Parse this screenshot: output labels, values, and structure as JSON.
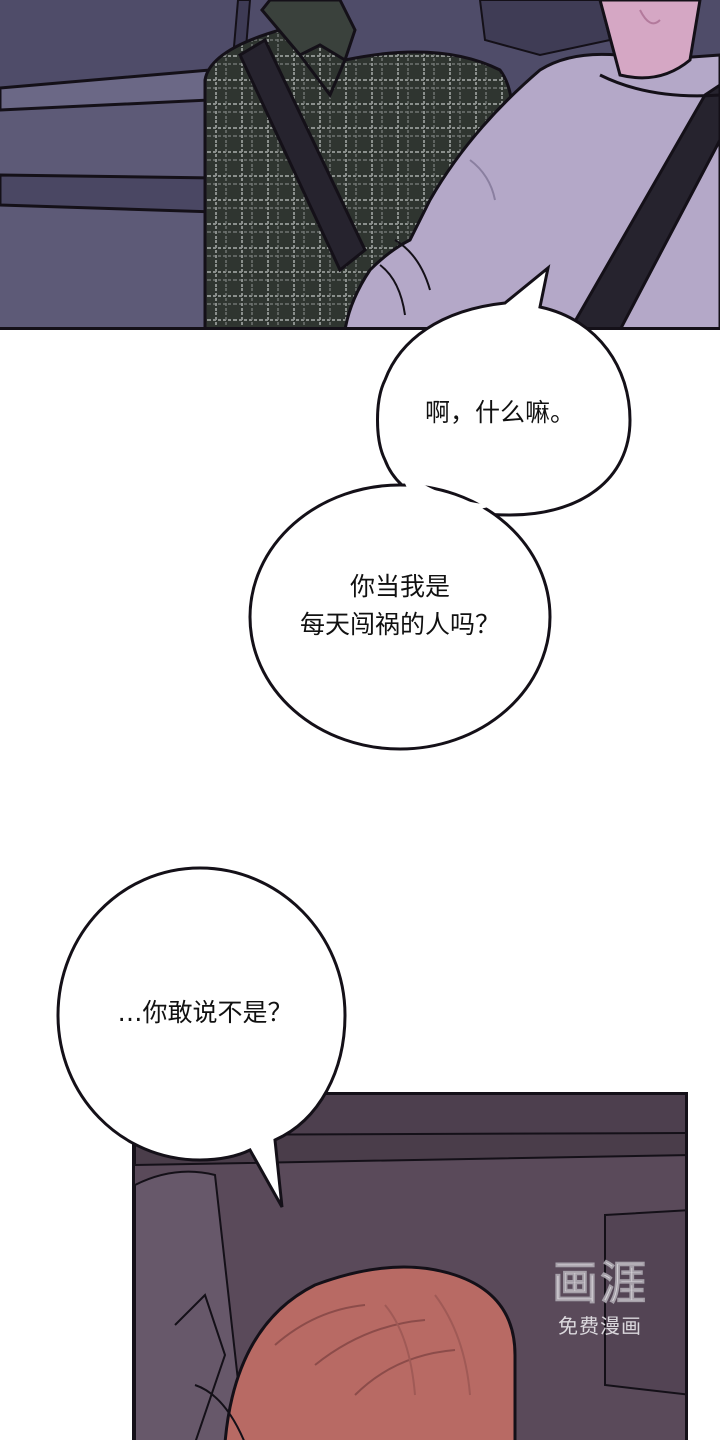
{
  "colors": {
    "ink": "#141018",
    "car_interior": "#5d5a77",
    "plaid_shirt": "#2f3530",
    "plaid_lines": "#8a8f8c",
    "lavender_shirt": "#b4a8c8",
    "skin_top": "#d5a7c4",
    "bottom_bg": "#5a4a5a",
    "hair": "#b86a64",
    "bubble_fill": "#ffffff"
  },
  "bubbles": {
    "b1": {
      "lines": [
        "啊，什么嘛。"
      ]
    },
    "b2": {
      "lines": [
        "你当我是",
        "每天闯祸的人吗？"
      ]
    },
    "b3": {
      "lines": [
        "…你敢说不是？"
      ]
    }
  },
  "watermark": {
    "logo": "画涯",
    "caption": "免费漫画"
  }
}
